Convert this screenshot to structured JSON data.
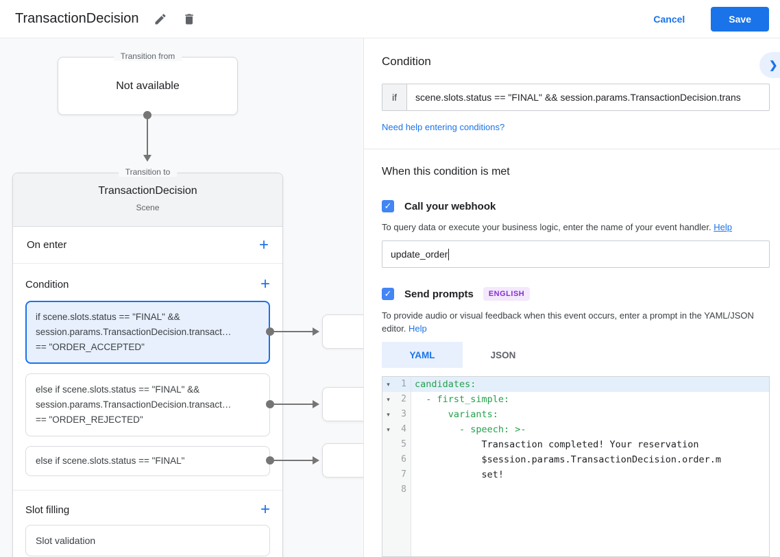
{
  "colors": {
    "accent": "#1a73e8",
    "checkbox": "#4285f4",
    "selected_card_bg": "#e8f0fe",
    "badge_purple": "#8430ce",
    "code_green": "#23a04b",
    "connector_gray": "#757575"
  },
  "icons": {
    "plus": "+",
    "check": "✓",
    "chevron_right": "❯",
    "fold_arrow": "▾"
  },
  "header": {
    "title": "TransactionDecision",
    "cancel_label": "Cancel",
    "save_label": "Save"
  },
  "diagram": {
    "transition_from": {
      "label": "Transition from",
      "content": "Not available"
    },
    "scene": {
      "label": "Transition to",
      "title": "TransactionDecision",
      "subtitle": "Scene",
      "on_enter_label": "On enter",
      "condition_label": "Condition",
      "slot_filling_label": "Slot filling",
      "conditions": [
        {
          "selected": true,
          "lines": [
            "if scene.slots.status == \"FINAL\" &&",
            "session.params.TransactionDecision.transact…",
            "== \"ORDER_ACCEPTED\""
          ]
        },
        {
          "selected": false,
          "lines": [
            "else if scene.slots.status == \"FINAL\" &&",
            "session.params.TransactionDecision.transact…",
            "== \"ORDER_REJECTED\""
          ]
        },
        {
          "selected": false,
          "lines": [
            "else if scene.slots.status == \"FINAL\""
          ]
        }
      ],
      "slot_card_label": "Slot validation"
    }
  },
  "panel": {
    "title": "Condition",
    "if_label": "if",
    "if_value": "scene.slots.status == \"FINAL\" && session.params.TransactionDecision.trans",
    "help_conditions_link": "Need help entering conditions?",
    "when_title": "When this condition is met",
    "webhook": {
      "label": "Call your webhook",
      "checked": true,
      "helper": "To query data or execute your business logic, enter the name of your event handler.",
      "helper_link": "Help",
      "value": "update_order"
    },
    "prompts": {
      "label": "Send prompts",
      "badge": "ENGLISH",
      "checked": true,
      "helper": "To provide audio or visual feedback when this event occurs, enter a prompt in the YAML/JSON editor.",
      "helper_link": "Help"
    },
    "tabs": [
      {
        "label": "YAML",
        "active": true
      },
      {
        "label": "JSON",
        "active": false
      }
    ],
    "editor": {
      "lines": [
        {
          "num": "1",
          "fold": true,
          "highlight": true,
          "type": "key",
          "text": "candidates:"
        },
        {
          "num": "2",
          "fold": true,
          "highlight": false,
          "type": "key",
          "text": "  - first_simple:"
        },
        {
          "num": "3",
          "fold": true,
          "highlight": false,
          "type": "key",
          "text": "      variants:"
        },
        {
          "num": "4",
          "fold": true,
          "highlight": false,
          "type": "key",
          "text": "        - speech: >-"
        },
        {
          "num": "5",
          "fold": false,
          "highlight": false,
          "type": "plain",
          "text": "            Transaction completed! Your reservation"
        },
        {
          "num": "6",
          "fold": false,
          "highlight": false,
          "type": "plain",
          "text": "            $session.params.TransactionDecision.order.m"
        },
        {
          "num": "7",
          "fold": false,
          "highlight": false,
          "type": "plain",
          "text": "            set!"
        },
        {
          "num": "8",
          "fold": false,
          "highlight": false,
          "type": "plain",
          "text": ""
        }
      ]
    }
  }
}
